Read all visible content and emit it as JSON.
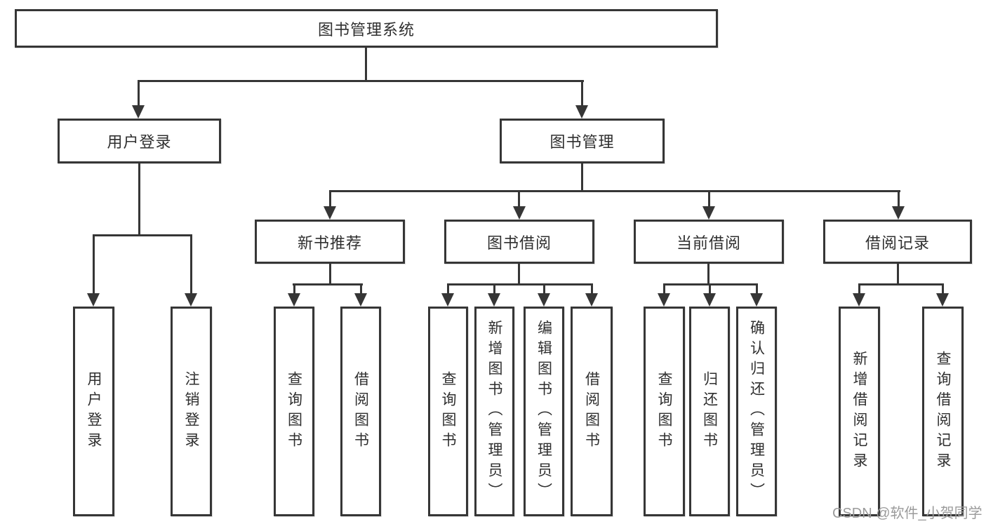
{
  "colors": {
    "line": "#363636",
    "box_border": "#363636",
    "box_fill": "#ffffff",
    "text": "#2f2f2f",
    "watermark": "#9b9b9b",
    "background": "#ffffff"
  },
  "watermark": {
    "text": "CSDN @软件_小贺同学"
  },
  "nodes": {
    "root": {
      "label": "图书管理系统"
    },
    "user_login": {
      "label": "用户登录",
      "children": [
        {
          "label": "用户登录"
        },
        {
          "label": "注销登录"
        }
      ]
    },
    "book_mgmt": {
      "label": "图书管理",
      "children": [
        {
          "label": "新书推荐",
          "children": [
            {
              "label": "查询图书"
            },
            {
              "label": "借阅图书"
            }
          ]
        },
        {
          "label": "图书借阅",
          "children": [
            {
              "label": "查询图书"
            },
            {
              "label": "新增图书（管理员）"
            },
            {
              "label": "编辑图书（管理员）"
            },
            {
              "label": "借阅图书"
            }
          ]
        },
        {
          "label": "当前借阅",
          "children": [
            {
              "label": "查询图书"
            },
            {
              "label": "归还图书"
            },
            {
              "label": "确认归还（管理员）"
            }
          ]
        },
        {
          "label": "借阅记录",
          "children": [
            {
              "label": "新增借阅记录"
            },
            {
              "label": "查询借阅记录"
            }
          ]
        }
      ]
    }
  }
}
